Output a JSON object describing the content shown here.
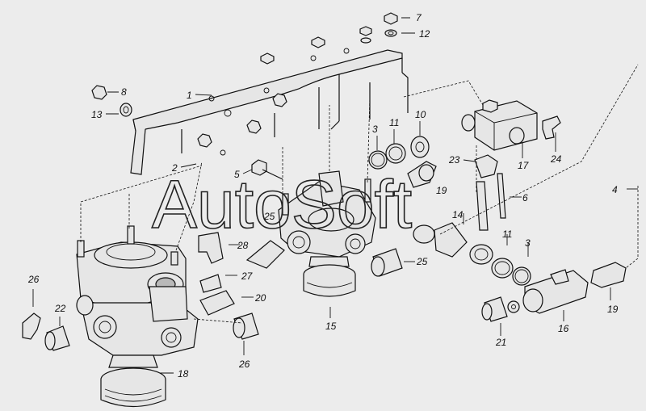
{
  "watermark": "AutoSoft",
  "labels": {
    "l1": "1",
    "l2": "2",
    "l3a": "3",
    "l3b": "3",
    "l4": "4",
    "l5": "5",
    "l6": "6",
    "l7": "7",
    "l8": "8",
    "l10": "10",
    "l11a": "11",
    "l11b": "11",
    "l12": "12",
    "l13": "13",
    "l14": "14",
    "l15": "15",
    "l16": "16",
    "l17": "17",
    "l18": "18",
    "l19a": "19",
    "l19b": "19",
    "l20": "20",
    "l21": "21",
    "l22": "22",
    "l23": "23",
    "l24": "24",
    "l25a": "25",
    "l25b": "25",
    "l26a": "26",
    "l26b": "26",
    "l27": "27",
    "l28": "28"
  }
}
